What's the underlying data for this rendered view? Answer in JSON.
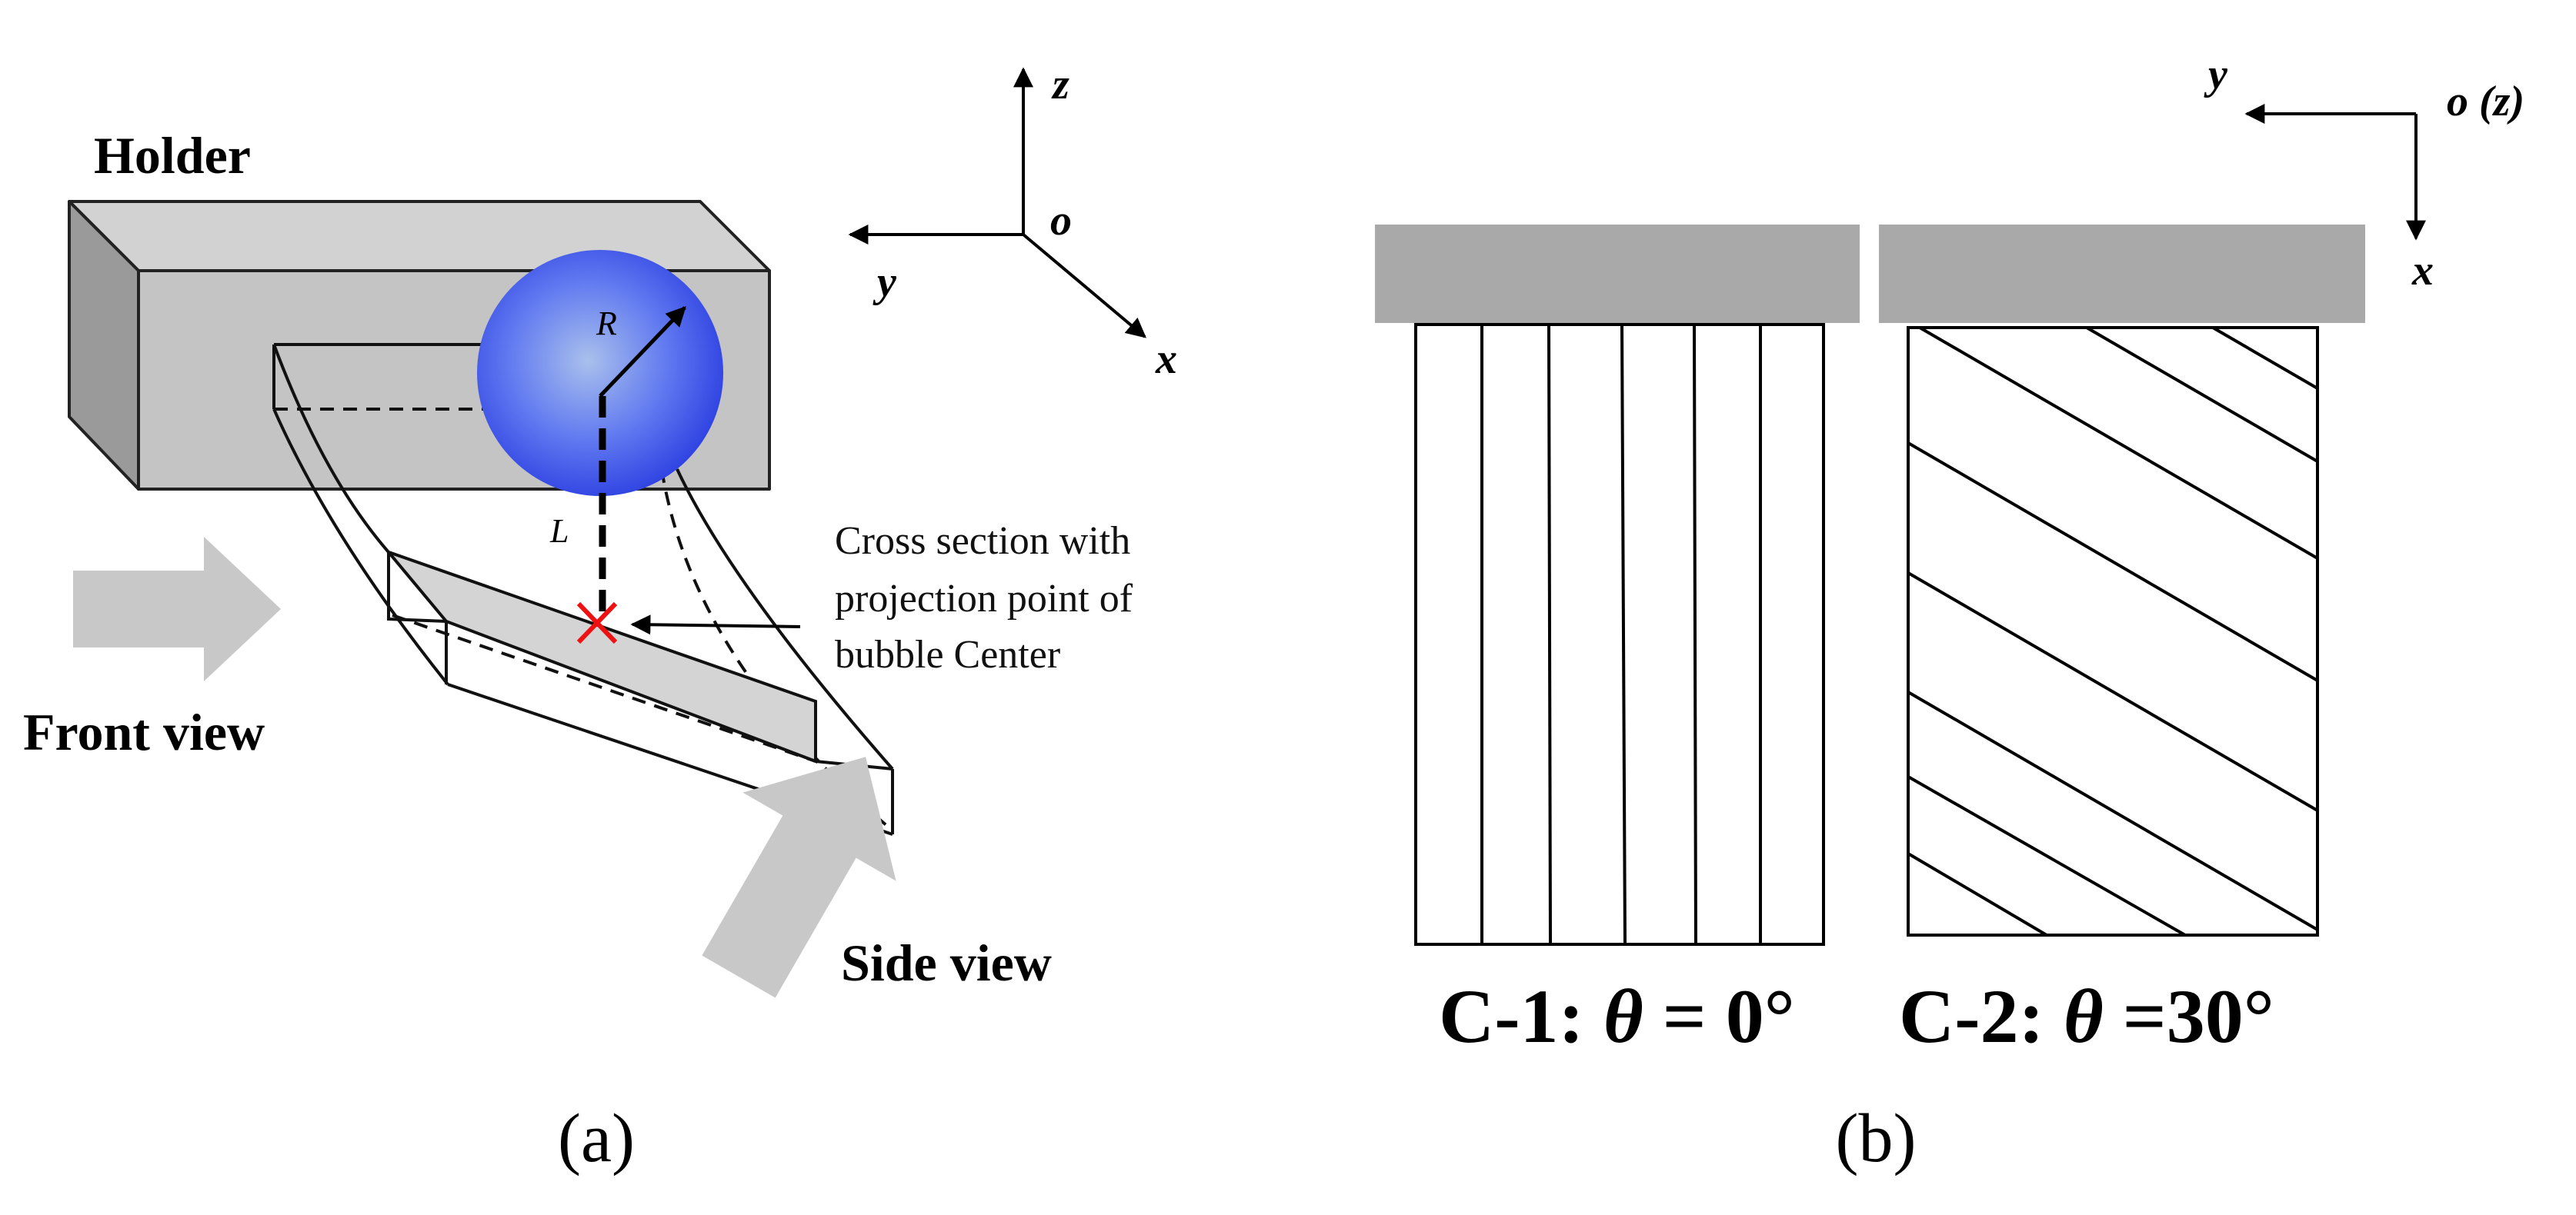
{
  "panel_a": {
    "holder_label": "Holder",
    "front_view_label": "Front view",
    "side_view_label": "Side view",
    "radius_label": "R",
    "length_label": "L",
    "callout_lines": [
      "Cross section with",
      "projection point of",
      "bubble Center"
    ],
    "axes": {
      "z": "z",
      "origin": "o",
      "y": "y",
      "x": "x"
    },
    "caption": "(a)",
    "colors": {
      "holder": "#c4c4c4",
      "bubble": "#3a4ee8",
      "section": "#d4d4d4",
      "arrow": "#c8c8c8",
      "marker": "#ee1111"
    }
  },
  "panel_b": {
    "axes": {
      "y": "y",
      "origin": "o (z)",
      "x": "x"
    },
    "c1": {
      "prefix": "C-1: ",
      "theta": "θ",
      "value": " = 0°"
    },
    "c2": {
      "prefix": "C-2: ",
      "theta": "θ",
      "value": " =30°"
    },
    "caption": "(b)",
    "colors": {
      "holder": "#a9a9a9"
    }
  }
}
